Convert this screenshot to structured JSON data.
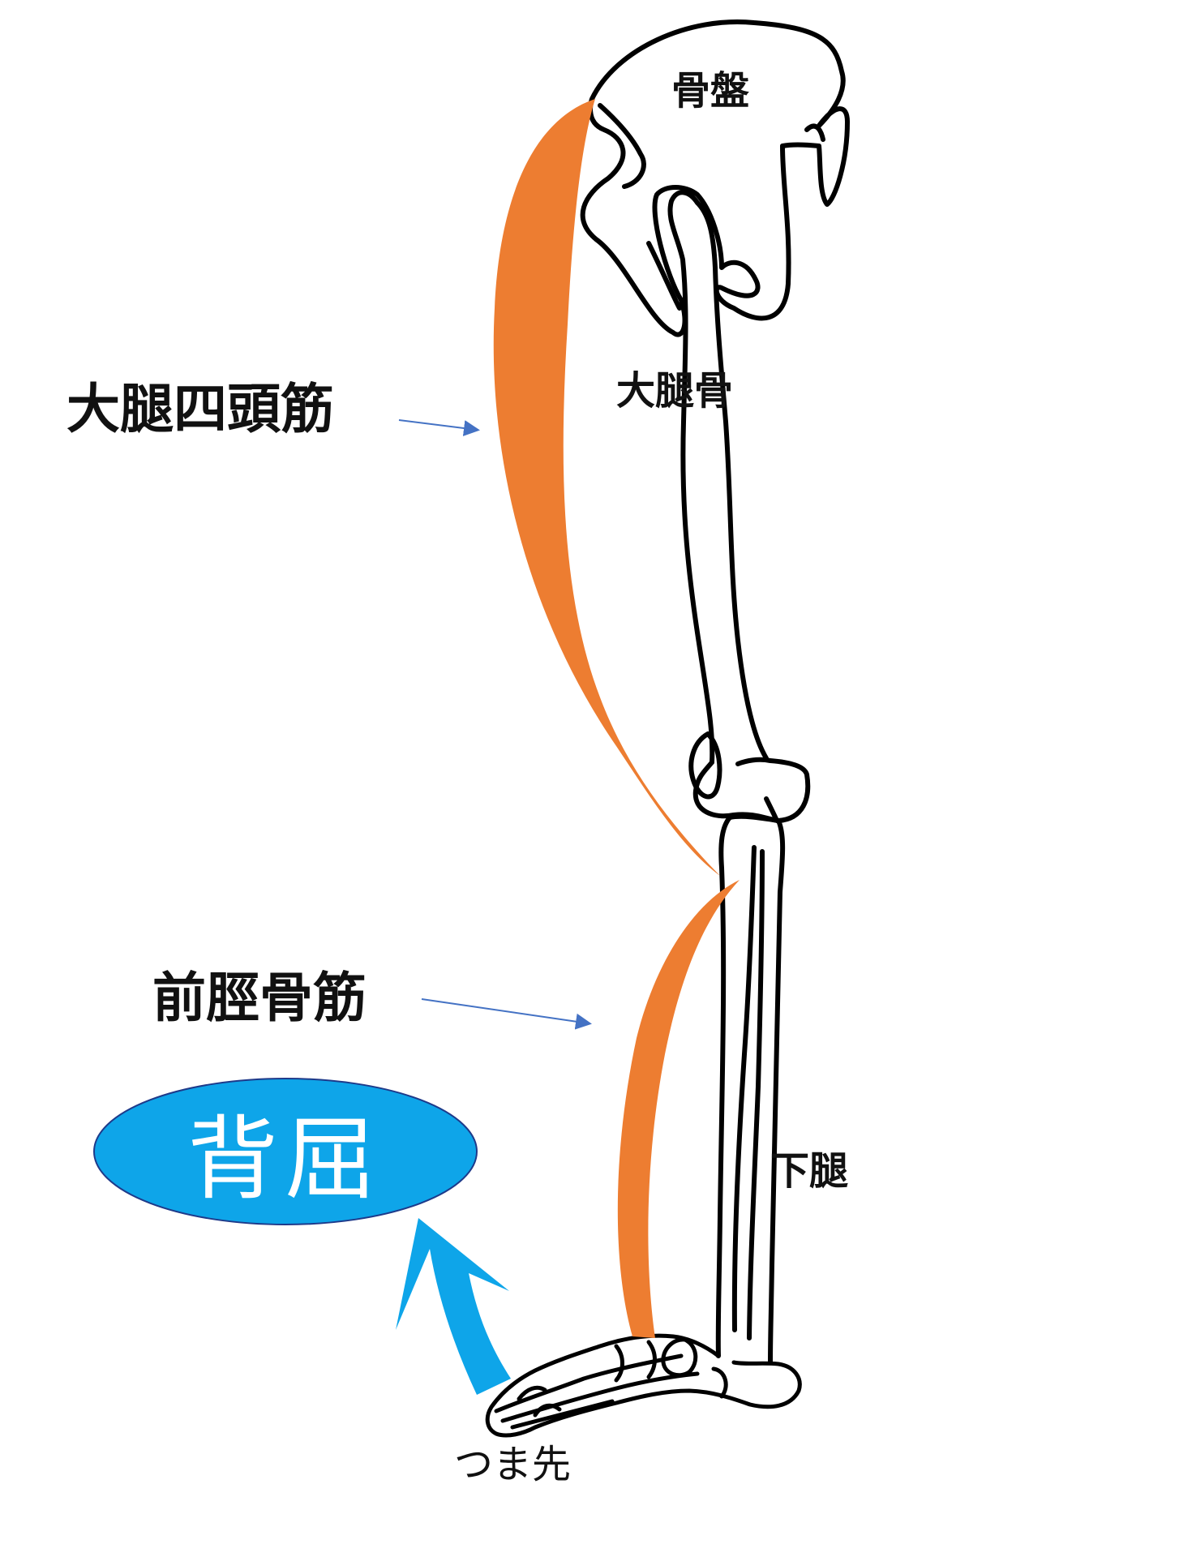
{
  "labels": {
    "pelvis": "骨盤",
    "femur": "大腿骨",
    "lower_leg": "下腿",
    "toe": "つま先",
    "quadriceps": "大腿四頭筋",
    "tibialis_anterior": "前脛骨筋",
    "dorsiflexion": "背屈"
  },
  "colors": {
    "muscle": "#ed7d31",
    "dorsiflexion": "#0ea5e9",
    "pointer_arrow": "#4472c4",
    "bone_outline": "#000000"
  },
  "icons": {
    "pointer": "arrow-right-icon",
    "motion": "curved-arrow-up-icon"
  }
}
